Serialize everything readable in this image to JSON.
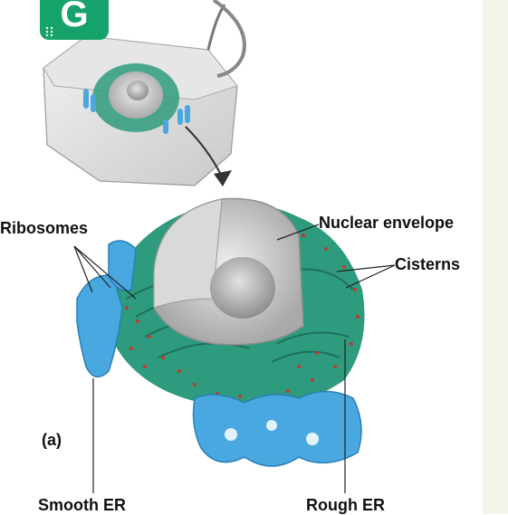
{
  "labels": {
    "ribosomes": "Ribosomes",
    "nuclear_envelope": "Nuclear envelope",
    "cisterns": "Cisterns",
    "panel": "(a)",
    "smooth_er": "Smooth ER",
    "rough_er": "Rough ER"
  },
  "badge": {
    "letter": "G",
    "icon": "braille-dots-icon"
  },
  "colors": {
    "badge_green": "#16a36b",
    "er_teal": "#2e9b7e",
    "smooth_er_blue": "#4aa8e0",
    "ribosome_red": "#c0392b",
    "nucleus_gray": "#b8b8b8"
  }
}
